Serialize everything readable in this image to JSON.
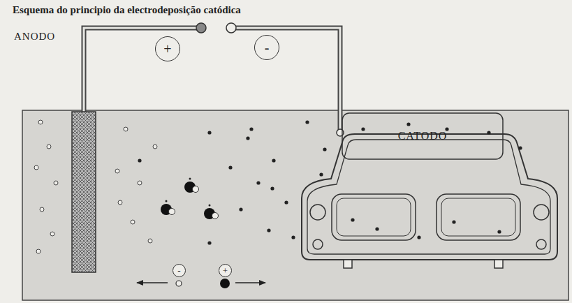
{
  "diagram": {
    "title": "Esquema do principio da electrodeposição catódica",
    "nodes": [
      {
        "text": [
          "+"
        ]
      },
      {
        "text": [
          "-"
        ]
      },
      {
        "text": [
          "CATODO"
        ]
      },
      {
        "text": [
          "-"
        ]
      },
      {
        "text": [
          "+"
        ]
      }
    ],
    "labels": [
      "ANODO"
    ]
  }
}
